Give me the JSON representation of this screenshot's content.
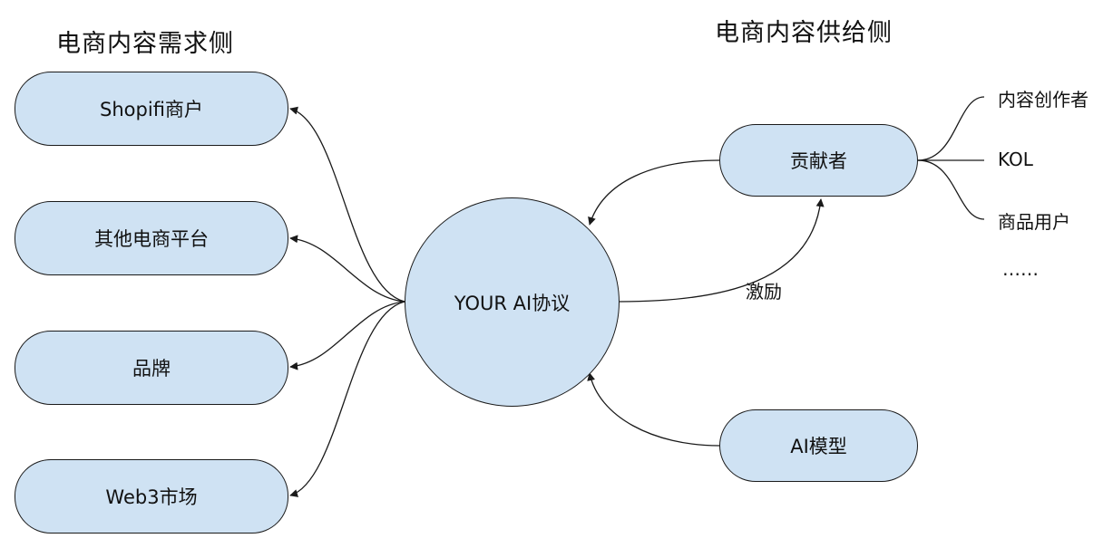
{
  "headings": {
    "demand_side": "电商内容需求侧",
    "supply_side": "电商内容供给侧"
  },
  "demand_nodes": [
    "Shopifi商户",
    "其他电商平台",
    "品牌",
    "Web3市场"
  ],
  "center_node": "YOUR AI协议",
  "supply_nodes": {
    "contributor": "贡献者",
    "ai_model": "AI模型"
  },
  "contributor_types": [
    "内容创作者",
    "KOL",
    "商品用户",
    "……"
  ],
  "incentive_label": "激励",
  "colors": {
    "node_fill": "#cfe2f3",
    "stroke": "#1a1a1a"
  }
}
